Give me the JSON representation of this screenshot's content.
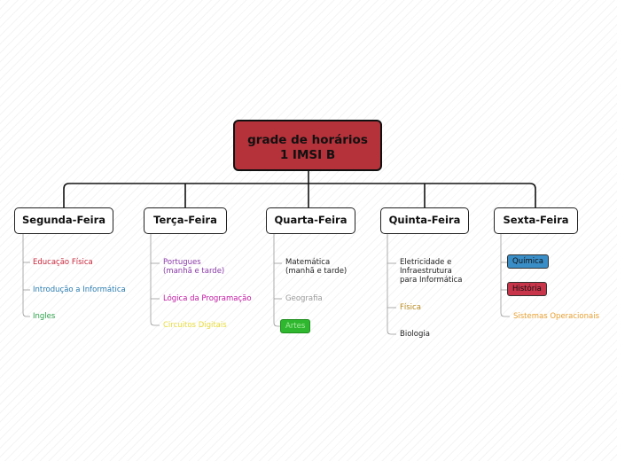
{
  "central": {
    "line1": "grade de horários",
    "line2": "1 IMSI B",
    "color": "#b5323a"
  },
  "days": [
    {
      "label": "Segunda-Feira",
      "items": [
        {
          "text": "Educação Física",
          "color": "#c8283c"
        },
        {
          "text": "Introdução a Informática",
          "color": "#2a7db0"
        },
        {
          "text": "Ingles",
          "color": "#2aa148"
        }
      ]
    },
    {
      "label": "Terça-Feira",
      "items": [
        {
          "text": "Portugues\n(manhã e tarde)",
          "color": "#8a3aa8"
        },
        {
          "text": "Lógica da Programação",
          "color": "#c21aa3"
        },
        {
          "text": "Circuitos Digitais",
          "color": "#e8dc3a"
        }
      ]
    },
    {
      "label": "Quarta-Feira",
      "items": [
        {
          "text": "Matemática\n(manhã e tarde)",
          "color": "#222222"
        },
        {
          "text": "Geografia",
          "color": "#999999"
        },
        {
          "text": "Artes",
          "color": "#a8e8a0",
          "pill": "#2fb82f"
        }
      ]
    },
    {
      "label": "Quinta-Feira",
      "items": [
        {
          "text": "Eletricidade e\nInfraestrutura\npara Informática",
          "color": "#222222"
        },
        {
          "text": "Física",
          "color": "#b88a1c"
        },
        {
          "text": "Biologia",
          "color": "#222222"
        }
      ]
    },
    {
      "label": "Sexta-Feira",
      "items": [
        {
          "text": "Química",
          "color": "#111111",
          "pill": "#3a8ec8"
        },
        {
          "text": "História",
          "color": "#111111",
          "pill": "#c8344a"
        },
        {
          "text": "Sistemas Operacionais",
          "color": "#e8a030"
        }
      ]
    }
  ]
}
